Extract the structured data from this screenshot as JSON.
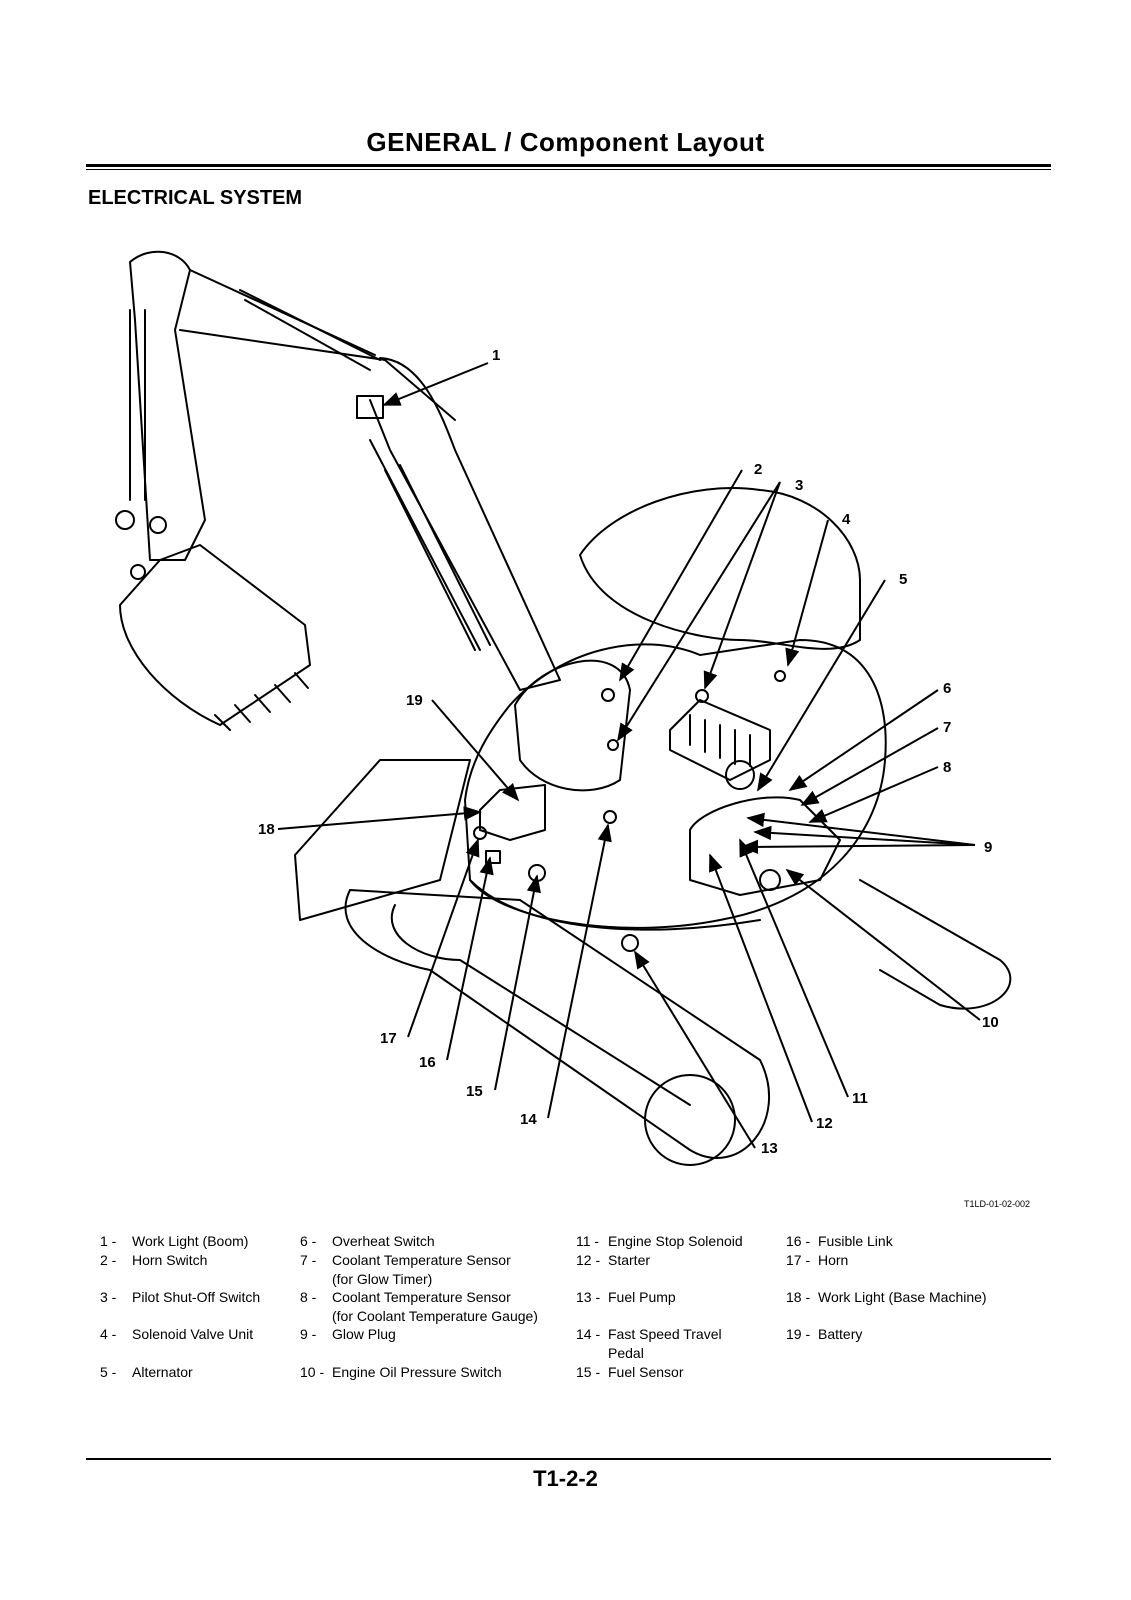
{
  "header": {
    "title": "GENERAL / Component Layout"
  },
  "section_title": "ELECTRICAL SYSTEM",
  "figure": {
    "code": "T1LD-01-02-002",
    "callouts": [
      "1",
      "2",
      "3",
      "4",
      "5",
      "6",
      "7",
      "8",
      "9",
      "10",
      "11",
      "12",
      "13",
      "14",
      "15",
      "16",
      "17",
      "18",
      "19"
    ]
  },
  "legend": [
    {
      "num": "1 -",
      "label": "Work Light (Boom)"
    },
    {
      "num": "2 -",
      "label": "Horn Switch"
    },
    {
      "num": "3 -",
      "label": "Pilot Shut-Off Switch"
    },
    {
      "num": "4 -",
      "label": "Solenoid Valve Unit"
    },
    {
      "num": "5 -",
      "label": "Alternator"
    },
    {
      "num": "6 -",
      "label": "Overheat Switch"
    },
    {
      "num": "7 -",
      "label": "Coolant Temperature Sensor",
      "label2": "(for Glow Timer)"
    },
    {
      "num": "8 -",
      "label": "Coolant Temperature Sensor",
      "label2": "(for Coolant Temperature Gauge)"
    },
    {
      "num": "9 -",
      "label": "Glow Plug"
    },
    {
      "num": "10 -",
      "label": "Engine Oil Pressure Switch"
    },
    {
      "num": "11 -",
      "label": "Engine Stop Solenoid"
    },
    {
      "num": "12 -",
      "label": "Starter"
    },
    {
      "num": "13 -",
      "label": "Fuel Pump"
    },
    {
      "num": "14 -",
      "label": "Fast Speed Travel",
      "label2": "Pedal"
    },
    {
      "num": "15 -",
      "label": "Fuel Sensor"
    },
    {
      "num": "16 -",
      "label": "Fusible Link"
    },
    {
      "num": "17 -",
      "label": "Horn"
    },
    {
      "num": "18 -",
      "label": "Work Light (Base Machine)"
    },
    {
      "num": "19 -",
      "label": "Battery"
    }
  ],
  "footer": {
    "page_number": "T1-2-2"
  }
}
